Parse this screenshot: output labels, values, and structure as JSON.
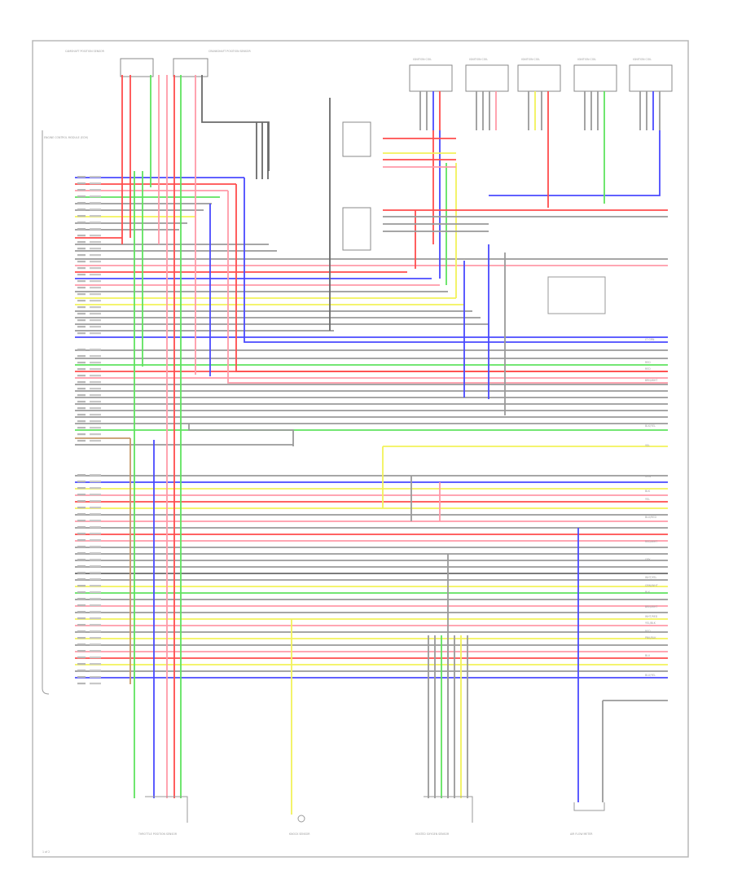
{
  "diagram_kind": "automotive wiring diagram (engine control)",
  "footer_code": "1 of 2",
  "sensors_top_left": [
    {
      "label": "CAMSHAFT POSITION SENSOR"
    },
    {
      "label": "CRANKSHAFT POSITION SENSOR"
    }
  ],
  "ignition_coils": [
    "IGNITION COIL",
    "IGNITION COIL",
    "IGNITION COIL",
    "IGNITION COIL",
    "IGNITION COIL"
  ],
  "left_module_label": "ENGINE CONTROL MODULE (ECM)",
  "bottom_components": [
    {
      "label": "THROTTLE POSITION SENSOR"
    },
    {
      "label": "KNOCK SENSOR"
    },
    {
      "label": "HEATED OXYGEN SENSOR"
    },
    {
      "label": "AIR FLOW METER"
    }
  ],
  "wire_colors": {
    "red": "#ff4d4d",
    "green": "#5fe35f",
    "blue": "#4a4aff",
    "yellow": "#f2f25a",
    "pink": "#ff9aa8",
    "gray": "#9a9a9a",
    "dark": "#6a6a6a",
    "brown": "#c79a6a"
  },
  "right_edge_labels": [
    "LT GRN",
    "RED",
    "RED",
    "BRN/WHT",
    "BLK/YEL",
    "YEL",
    "GRN",
    "BLK",
    "YEL",
    "BLU/RED",
    "RED/WHT",
    "GRY",
    "WHT/YEL",
    "GRN/WHT",
    "BLK",
    "BRN/WHT",
    "WHT/RED",
    "YEL/BLK",
    "RED",
    "PNK/BLK",
    "BLU",
    "BLU/YEL"
  ]
}
